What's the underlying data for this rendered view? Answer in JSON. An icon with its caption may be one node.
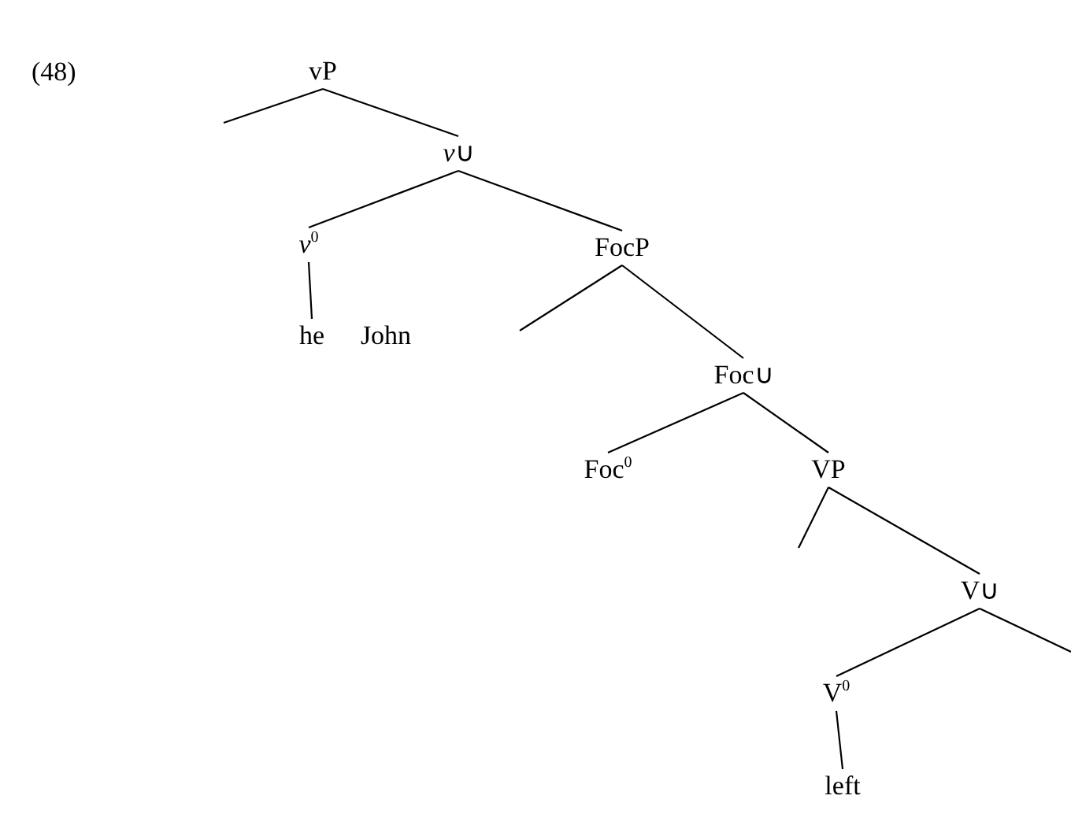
{
  "diagram": {
    "nodes": [
      {
        "text": [
          "vP"
        ]
      },
      {
        "text": [
          "*v*∪"
        ]
      },
      {
        "text": [
          "*v*$^{0}$"
        ]
      },
      {
        "text": [
          "he"
        ]
      },
      {
        "text": [
          "FocP"
        ]
      },
      {
        "text": [
          "John"
        ]
      },
      {
        "text": [
          "Foc∪"
        ]
      },
      {
        "text": [
          "Foc$^{0}$"
        ]
      },
      {
        "text": [
          "VP"
        ]
      },
      {
        "text": [
          "V∪"
        ]
      },
      {
        "text": [
          "V$^{0}$"
        ]
      },
      {
        "text": [
          "left"
        ]
      }
    ],
    "edges": [
      {
        "from": 0,
        "to": null,
        "arrow": "none"
      },
      {
        "from": 0,
        "to": 1,
        "arrow": "none"
      },
      {
        "from": 1,
        "to": 2,
        "arrow": "none"
      },
      {
        "from": 1,
        "to": 4,
        "arrow": "none"
      },
      {
        "from": 2,
        "to": 3,
        "arrow": "none"
      },
      {
        "from": 4,
        "to": null,
        "arrow": "none"
      },
      {
        "from": 4,
        "to": 6,
        "arrow": "none"
      },
      {
        "from": 6,
        "to": 7,
        "arrow": "none"
      },
      {
        "from": 6,
        "to": 8,
        "arrow": "none"
      },
      {
        "from": 8,
        "to": null,
        "arrow": "none"
      },
      {
        "from": 8,
        "to": 9,
        "arrow": "none"
      },
      {
        "from": 9,
        "to": 10,
        "arrow": "none"
      },
      {
        "from": 9,
        "to": null,
        "arrow": "none"
      },
      {
        "from": 10,
        "to": 11,
        "arrow": "none"
      }
    ],
    "labels": [
      "(48)"
    ]
  }
}
